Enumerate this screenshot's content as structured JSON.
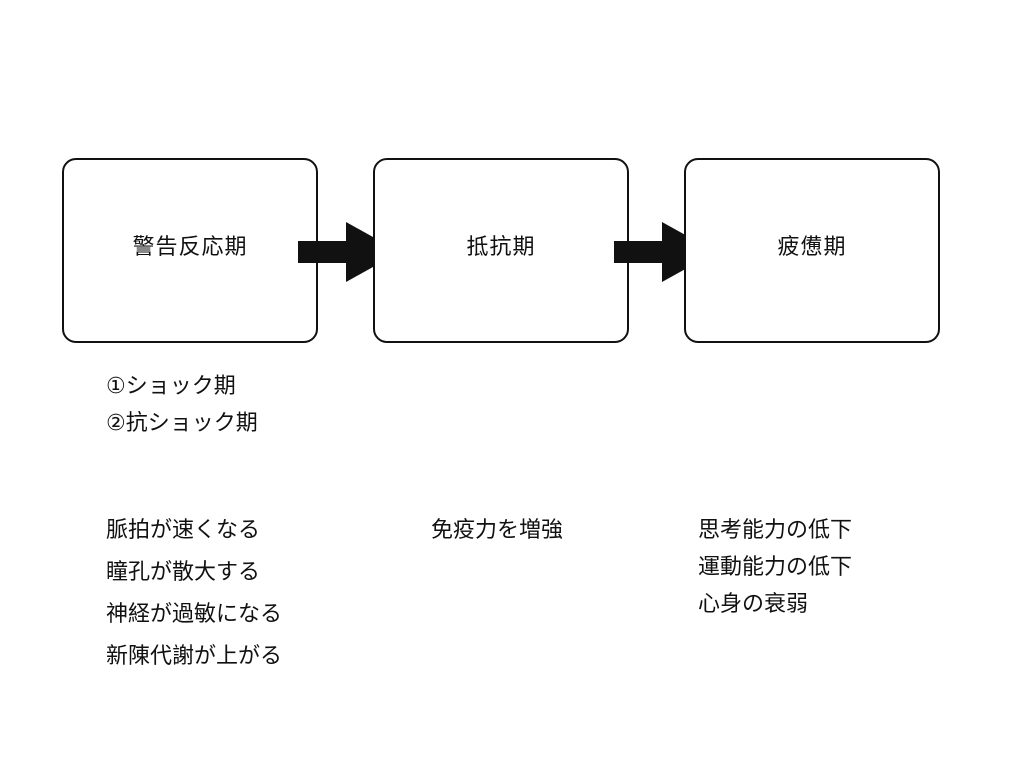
{
  "stages": [
    {
      "label": "警告反応期"
    },
    {
      "label": "抵抗期"
    },
    {
      "label": "疲憊期"
    }
  ],
  "alarm_subphases": [
    "①ショック期",
    "②抗ショック期"
  ],
  "alarm_effects": [
    "脈拍が速くなる",
    "瞳孔が散大する",
    "神経が過敏になる",
    "新陳代謝が上がる"
  ],
  "resistance_effects": [
    "免疫力を増強"
  ],
  "exhaustion_effects": [
    "思考能力の低下",
    "運動能力の低下",
    "心身の衰弱"
  ],
  "colors": {
    "stroke": "#111111",
    "background": "#ffffff"
  }
}
